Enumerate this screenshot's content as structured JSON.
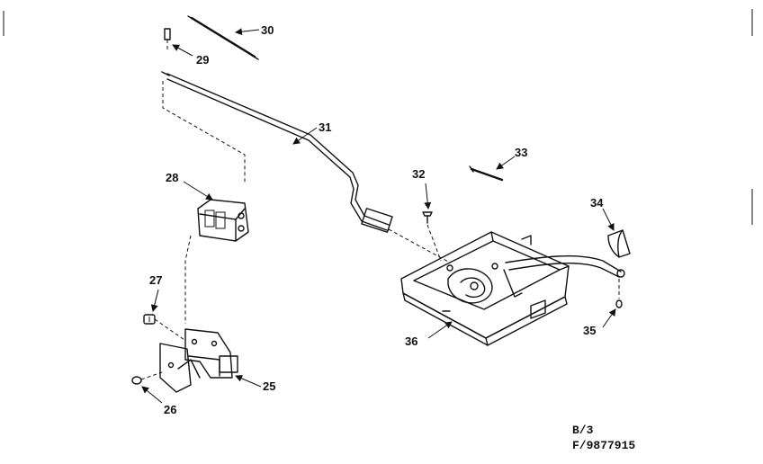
{
  "parts": {
    "p25": "25",
    "p26": "26",
    "p27": "27",
    "p28": "28",
    "p29": "29",
    "p30": "30",
    "p31": "31",
    "p32": "32",
    "p33": "33",
    "p34": "34",
    "p35": "35",
    "p36": "36"
  },
  "footer": {
    "line1": "B/3",
    "line2": "F/9877915"
  }
}
